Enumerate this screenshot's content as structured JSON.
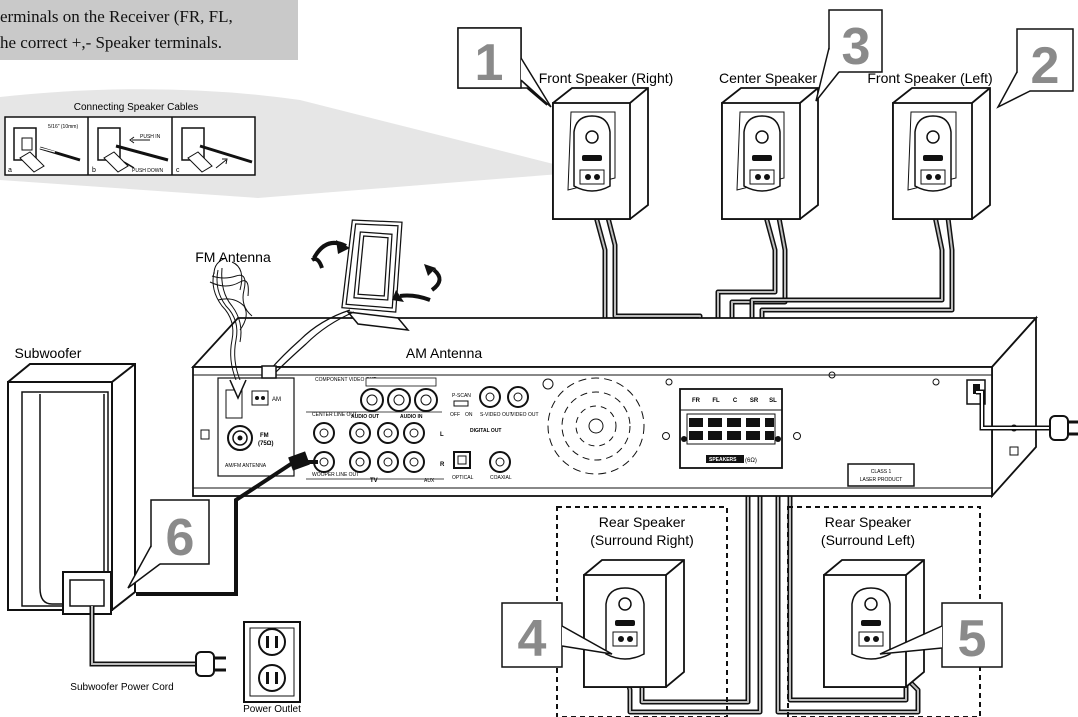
{
  "instruction": {
    "line1": "erminals on the Receiver (FR, FL,",
    "line2": "he correct +,- Speaker terminals."
  },
  "inset": {
    "title": "Connecting Speaker Cables",
    "panel_letters": [
      "a",
      "b",
      "c"
    ],
    "measure": "5/16\" (10mm)",
    "push_in": "PUSH IN",
    "push_down": "PUSH DOWN"
  },
  "speakers": {
    "front_right": "Front Speaker (Right)",
    "center": "Center Speaker",
    "front_left": "Front Speaker (Left)",
    "rear_right_1": "Rear Speaker",
    "rear_right_2": "(Surround Right)",
    "rear_left_1": "Rear Speaker",
    "rear_left_2": "(Surround Left)",
    "subwoofer": "Subwoofer"
  },
  "callouts": [
    "1",
    "3",
    "2",
    "4",
    "5",
    "6"
  ],
  "antennas": {
    "fm": "FM Antenna",
    "am": "AM Antenna"
  },
  "receiver": {
    "am": "AM",
    "fm": "FM",
    "fm_ohm": "(75Ω)",
    "am_fm_antenna": "AM/FM ANTENNA",
    "component_video_out": "COMPONENT VIDEO OUT",
    "center_line_out": "CENTER LINE OUT",
    "audio_out": "AUDIO OUT",
    "audio_in": "AUDIO IN",
    "p_scan": "P-SCAN",
    "off": "OFF",
    "on": "ON",
    "s_video_out": "S-VIDEO OUT",
    "video_out": "VIDEO OUT",
    "digital_out": "DIGITAL OUT",
    "l": "L",
    "r": "R",
    "tv": "TV",
    "aux": "AUX",
    "optical": "OPTICAL",
    "coaxial": "COAXIAL",
    "wooper_line_out": "WOOPER LINE OUT",
    "terminal_labels": [
      "FR",
      "FL",
      "C",
      "SR",
      "SL"
    ],
    "speakers_label": "SPEAKERS",
    "speakers_ohm": "(6Ω)",
    "class_1": "CLASS 1",
    "laser_product": "LASER PRODUCT"
  },
  "bottom": {
    "subwoofer_power_cord": "Subwoofer Power Cord",
    "power_outlet": "Power Outlet"
  }
}
